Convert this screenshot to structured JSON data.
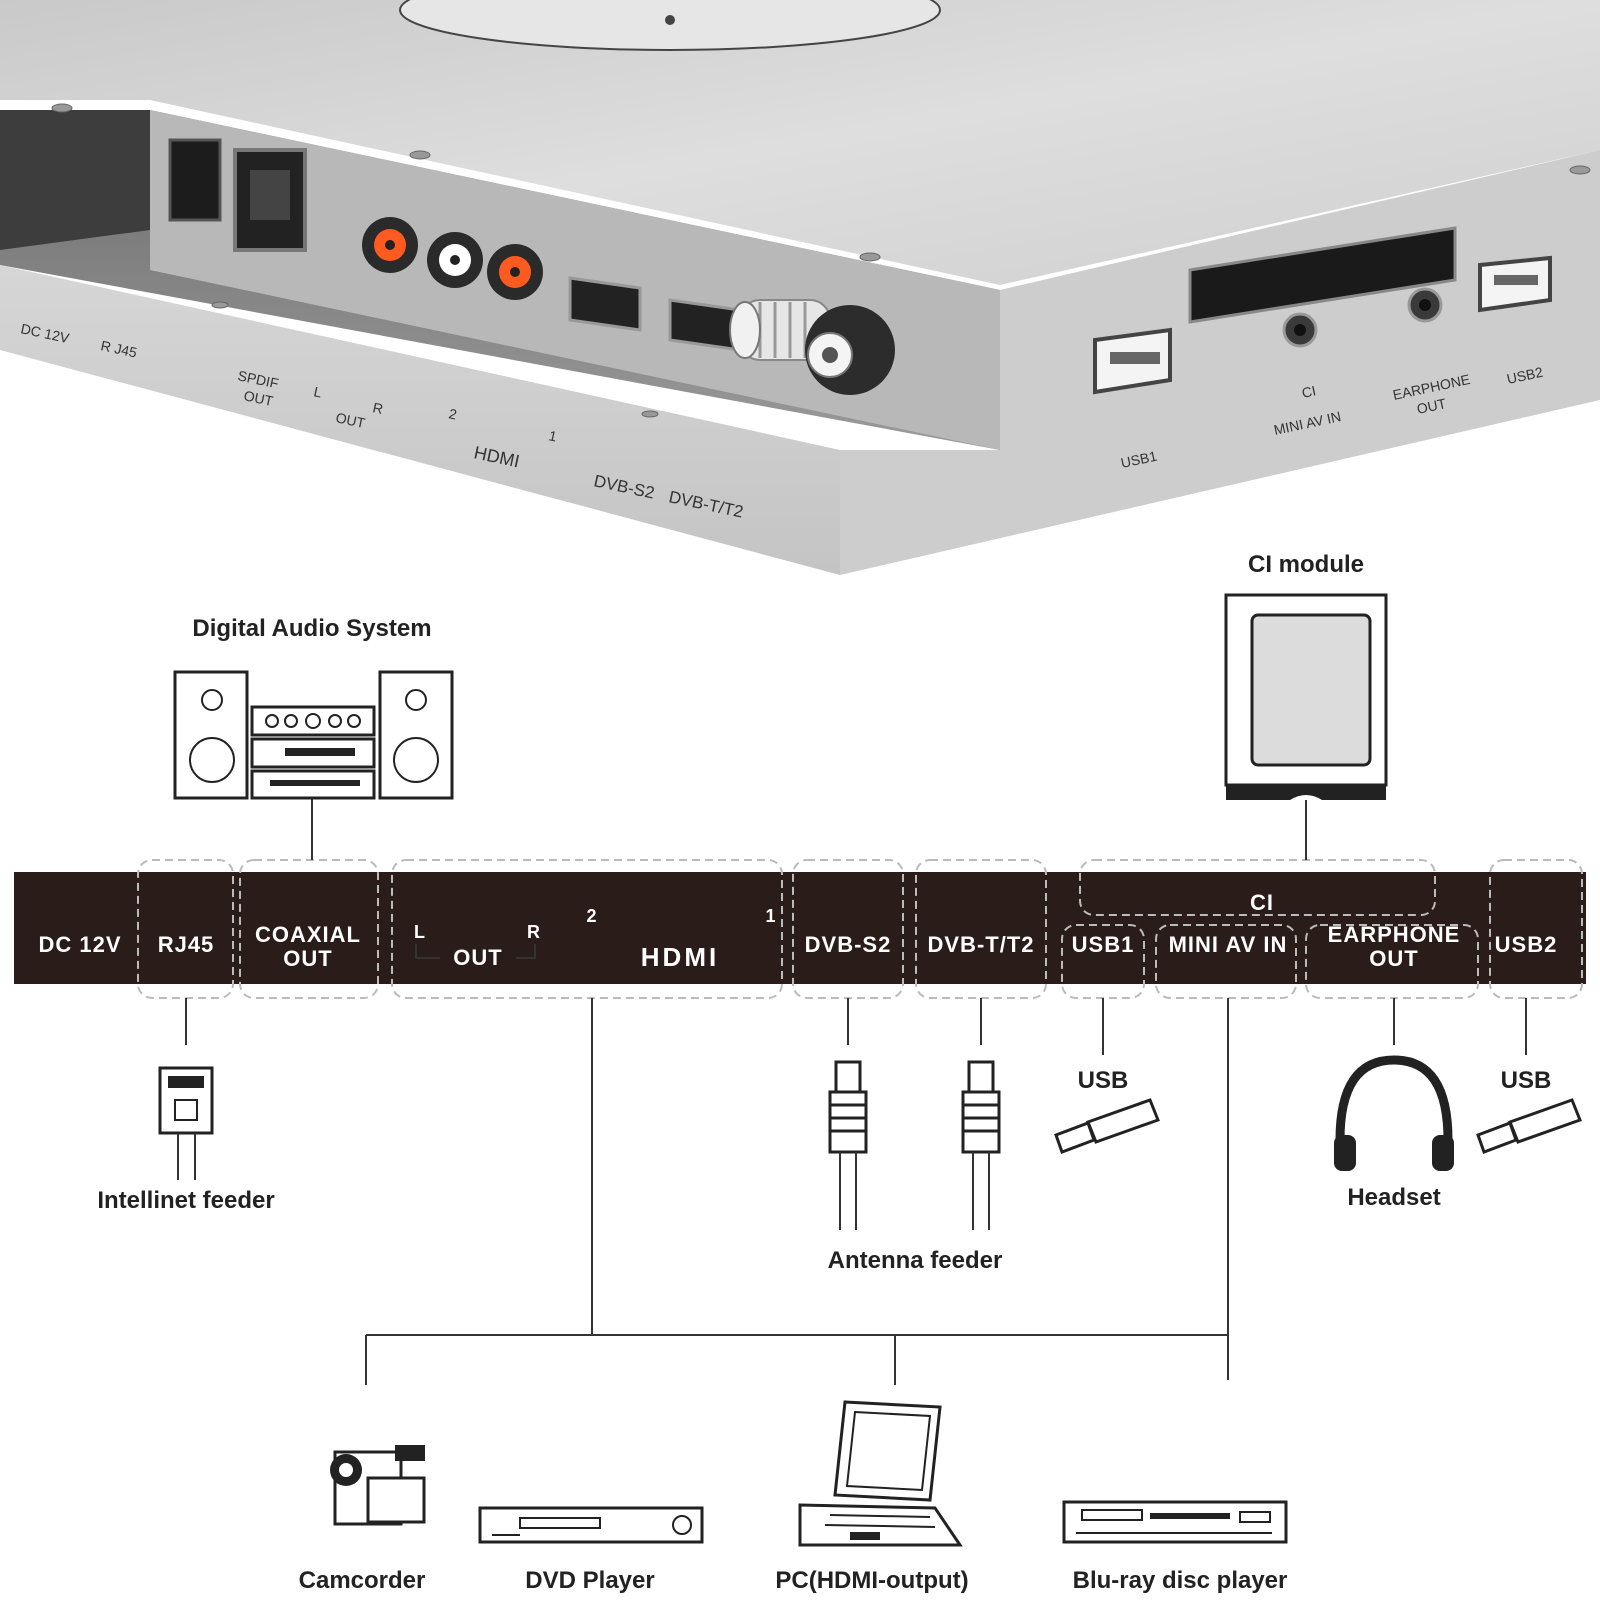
{
  "photo": {
    "labels_front": {
      "dc12v": "DC 12V",
      "rj45": "R J45",
      "spdif": "SPDIF",
      "spdif_out": "OUT",
      "l": "L",
      "out": "OUT",
      "r": "R",
      "hdmi_2": "2",
      "hdmi_1": "1",
      "hdmi": "HDMI",
      "dvbs2": "DVB-S2",
      "dvbt": "DVB-T/T2"
    },
    "labels_side": {
      "usb1": "USB1",
      "ci": "CI",
      "mini_av_in": "MINI AV IN",
      "earphone": "EARPHONE",
      "earphone_out": "OUT",
      "usb2": "USB2"
    }
  },
  "panel": {
    "dc12v": "DC 12V",
    "rj45": "RJ45",
    "coaxial": "COAXIAL",
    "coaxial_out": "OUT",
    "l": "L",
    "out": "OUT",
    "r": "R",
    "hdmi_2": "2",
    "hdmi_1": "1",
    "hdmi_logo": "HDMI",
    "dvbs2": "DVB-S2",
    "dvbt": "DVB-T/T2",
    "ci": "CI",
    "usb1": "USB1",
    "mini_av_in": "MINI AV IN",
    "earphone": "EARPHONE",
    "earphone_out": "OUT",
    "usb2": "USB2"
  },
  "devices": {
    "ci_module": "CI module",
    "digital_audio": "Digital Audio System",
    "intellinet": "Intellinet feeder",
    "antenna": "Antenna feeder",
    "usb1": "USB",
    "usb2": "USB",
    "headset": "Headset",
    "camcorder": "Camcorder",
    "dvd": "DVD Player",
    "pc": "PC(HDMI-output)",
    "bluray": "Blu-ray disc player"
  },
  "colors": {
    "panel_bar": "#2a1c18",
    "rca_red": "#ff5a1f",
    "rca_white": "#ffffff",
    "chassis": "#c8c8c8"
  }
}
